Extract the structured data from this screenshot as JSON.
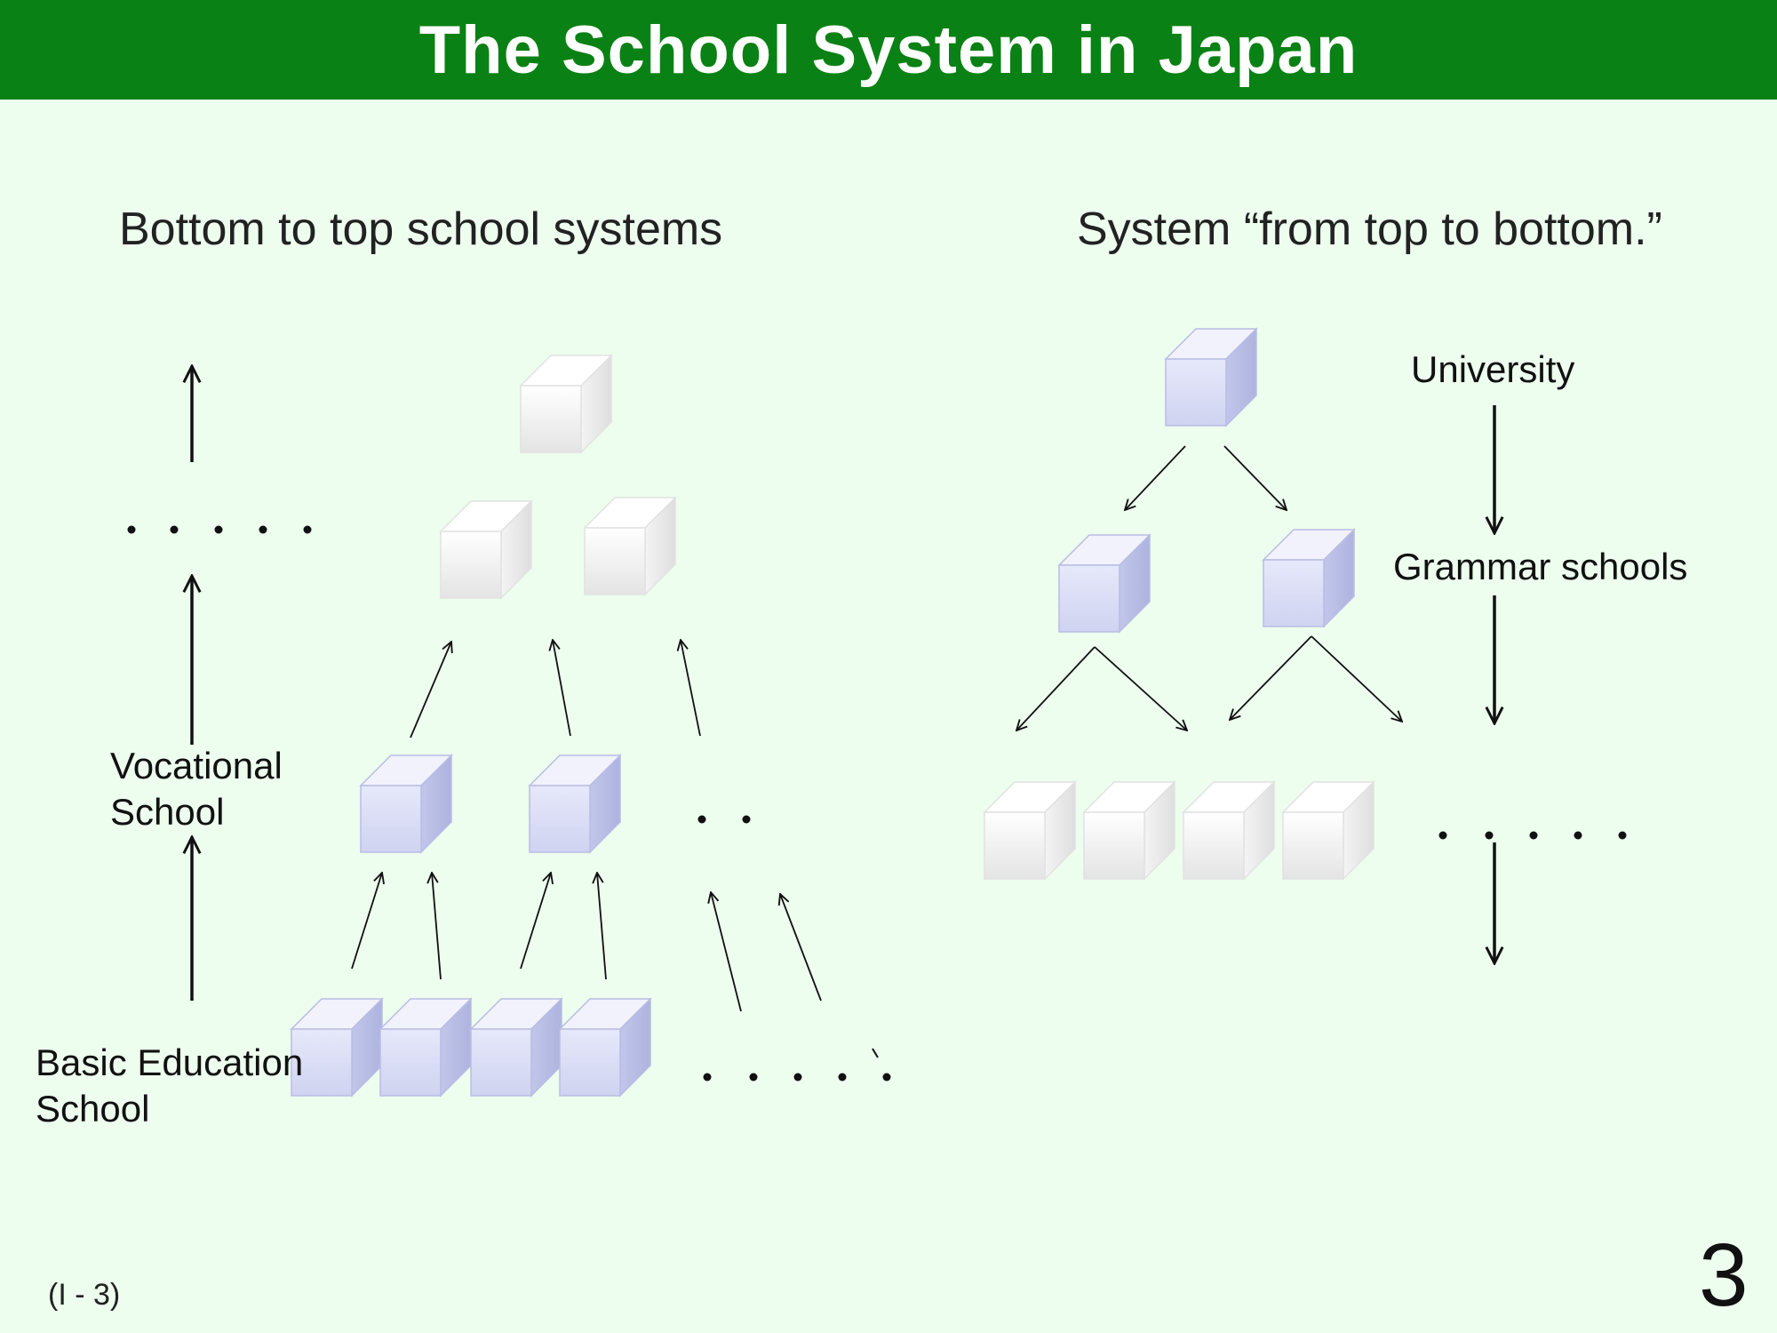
{
  "title": "The School System in Japan",
  "left": {
    "heading": "Bottom to top school systems",
    "labels": {
      "vocational_line1": "Vocational",
      "vocational_line2": "School",
      "basic_line1": "Basic Education",
      "basic_line2": "School"
    }
  },
  "right": {
    "heading": "System “from top to bottom.”",
    "labels": {
      "university": "University",
      "grammar": "Grammar schools"
    }
  },
  "footer": {
    "reference": "(I - 3)",
    "page_number": "3"
  },
  "colors": {
    "title_bar": "#0a8114",
    "background": "#edfdee",
    "cube_lavender": "#d5d7f3",
    "cube_white": "#f2f2f2"
  }
}
